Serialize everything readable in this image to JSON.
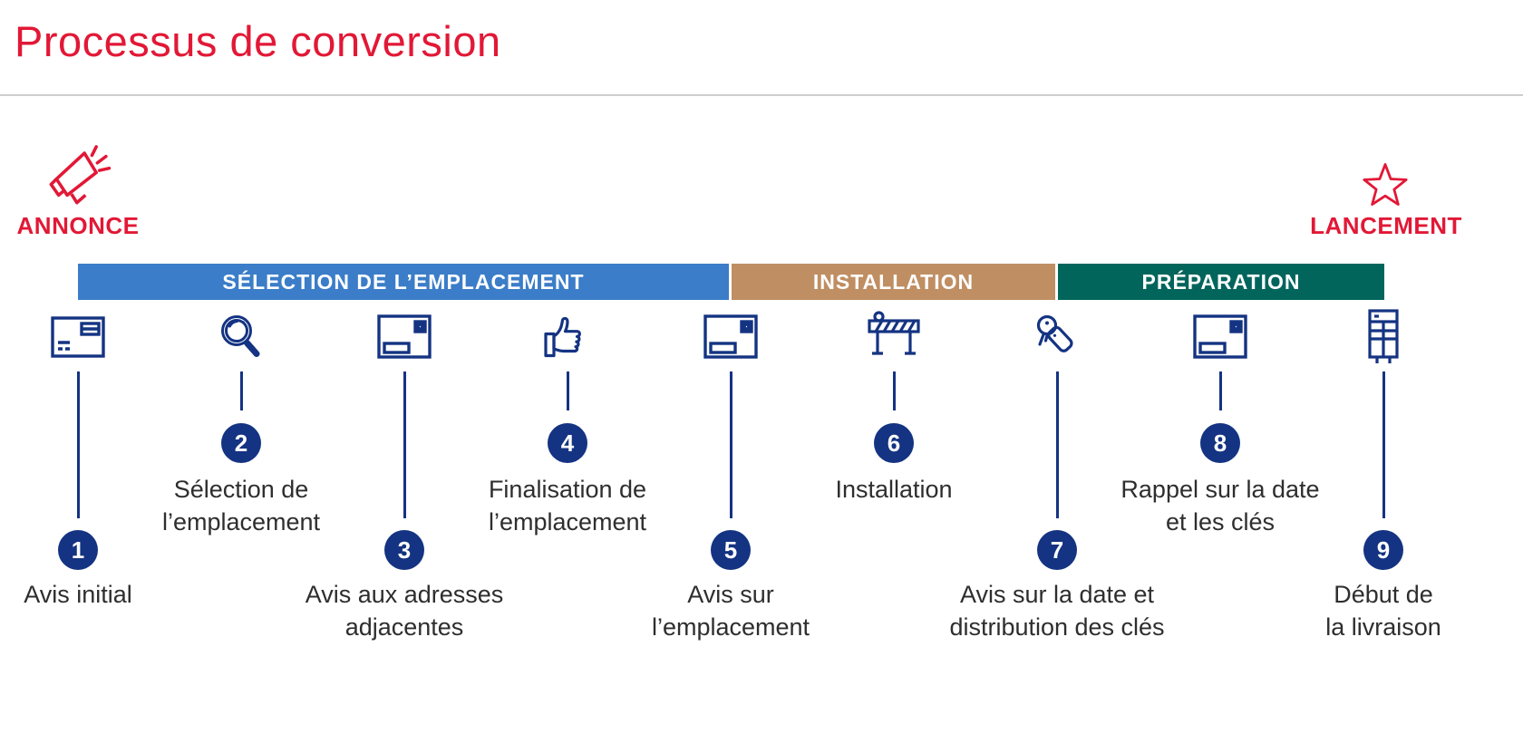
{
  "title": "Processus de conversion",
  "milestones": {
    "start": {
      "label": "ANNONCE",
      "icon": "megaphone-icon"
    },
    "end": {
      "label": "LANCEMENT",
      "icon": "star-icon"
    }
  },
  "phases": [
    {
      "label": "SÉLECTION DE L’EMPLACEMENT",
      "color": "#3b7dc8"
    },
    {
      "label": "INSTALLATION",
      "color": "#bf8e62"
    },
    {
      "label": "PRÉPARATION",
      "color": "#02655c"
    }
  ],
  "steps": [
    {
      "number": "1",
      "icon": "envelope-letter-icon",
      "label_lines": [
        "Avis initial"
      ]
    },
    {
      "number": "2",
      "icon": "magnifier-icon",
      "label_lines": [
        "Sélection de",
        "l’emplacement"
      ]
    },
    {
      "number": "3",
      "icon": "envelope-stamp-icon",
      "label_lines": [
        "Avis aux adresses",
        "adjacentes"
      ]
    },
    {
      "number": "4",
      "icon": "thumbs-up-icon",
      "label_lines": [
        "Finalisation de",
        "l’emplacement"
      ]
    },
    {
      "number": "5",
      "icon": "envelope-stamp-icon",
      "label_lines": [
        "Avis sur",
        "l’emplacement"
      ]
    },
    {
      "number": "6",
      "icon": "barrier-icon",
      "label_lines": [
        "Installation"
      ]
    },
    {
      "number": "7",
      "icon": "keys-icon",
      "label_lines": [
        "Avis sur la date et",
        "distribution des clés"
      ]
    },
    {
      "number": "8",
      "icon": "envelope-stamp-icon",
      "label_lines": [
        "Rappel sur la date",
        "et les clés"
      ]
    },
    {
      "number": "9",
      "icon": "community-mailbox-icon",
      "label_lines": [
        "Début de",
        "la livraison"
      ]
    }
  ],
  "colors": {
    "accent_red": "#e21836",
    "navy": "#143382",
    "text": "#2e2e2e"
  }
}
